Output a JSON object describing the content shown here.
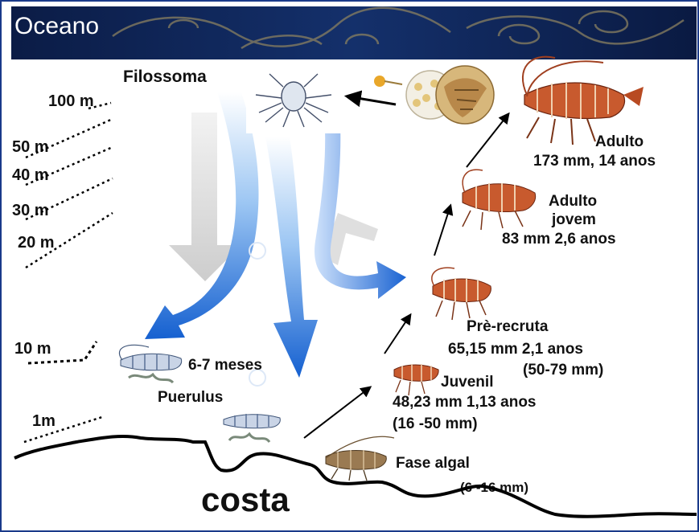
{
  "header": {
    "title": "Oceano",
    "background_color": "#0d2150"
  },
  "depth_markers": [
    "100 m",
    "50 m",
    "40 m",
    "30 m",
    "20 m",
    "10 m",
    "1m"
  ],
  "stages": {
    "filossoma": {
      "name": "Filossoma"
    },
    "puerulus": {
      "name": "Puerulus",
      "duration": "6-7 meses"
    },
    "fase_algal": {
      "name": "Fase algal",
      "size_range": "(6 -16 mm)"
    },
    "juvenil": {
      "name": "Juvenil",
      "size_age": "48,23 mm 1,13 anos",
      "size_range": "(16 -50 mm)"
    },
    "pre_recruta": {
      "name": "Prè-recruta",
      "size_age": "65,15 mm  2,1 anos",
      "size_range": "(50-79  mm)"
    },
    "adulto_jovem": {
      "name_line1": "Adulto",
      "name_line2": "jovem",
      "size_age": "83 mm 2,6 anos"
    },
    "adulto": {
      "name": "Adulto",
      "size_age": "173 mm, 14 anos"
    }
  },
  "coast": {
    "label": "costa"
  },
  "colors": {
    "arrow_blue": "#1f6fd6",
    "arrow_light": "#cfe2fb",
    "lobster_red": "#b83a1e",
    "coast_line": "#000000"
  },
  "icons": [
    "filossoma-larva-image",
    "eggs-image",
    "puerulus-image",
    "lobster-image"
  ]
}
